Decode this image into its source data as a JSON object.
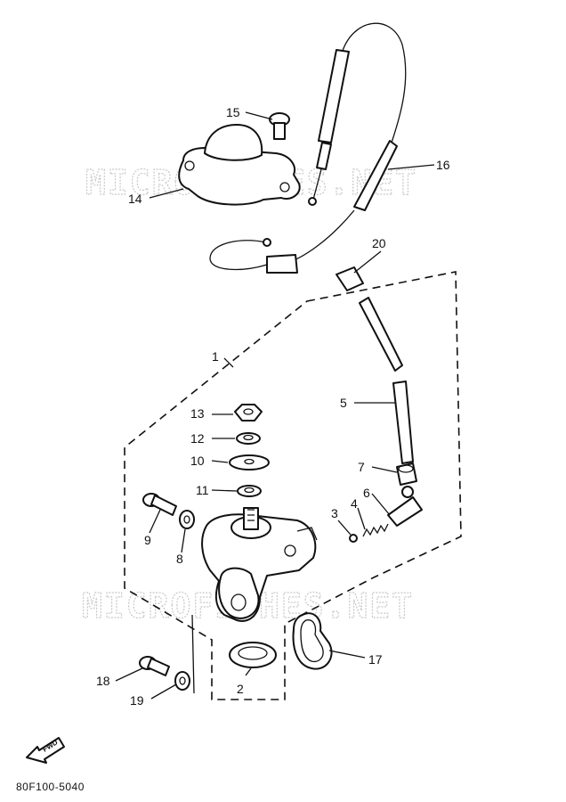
{
  "watermark": "MICROFICHES.NET",
  "drawing_code": "80F100-5040",
  "fwd_label": "FWD",
  "callouts": {
    "p1": "1",
    "p2": "2",
    "p3": "3",
    "p4": "4",
    "p5": "5",
    "p6": "6",
    "p7": "7",
    "p8": "8",
    "p9": "9",
    "p10": "10",
    "p11": "11",
    "p12": "12",
    "p13": "13",
    "p14": "14",
    "p15": "15",
    "p16": "16",
    "p17": "17",
    "p18": "18",
    "p19": "19",
    "p20": "20"
  }
}
